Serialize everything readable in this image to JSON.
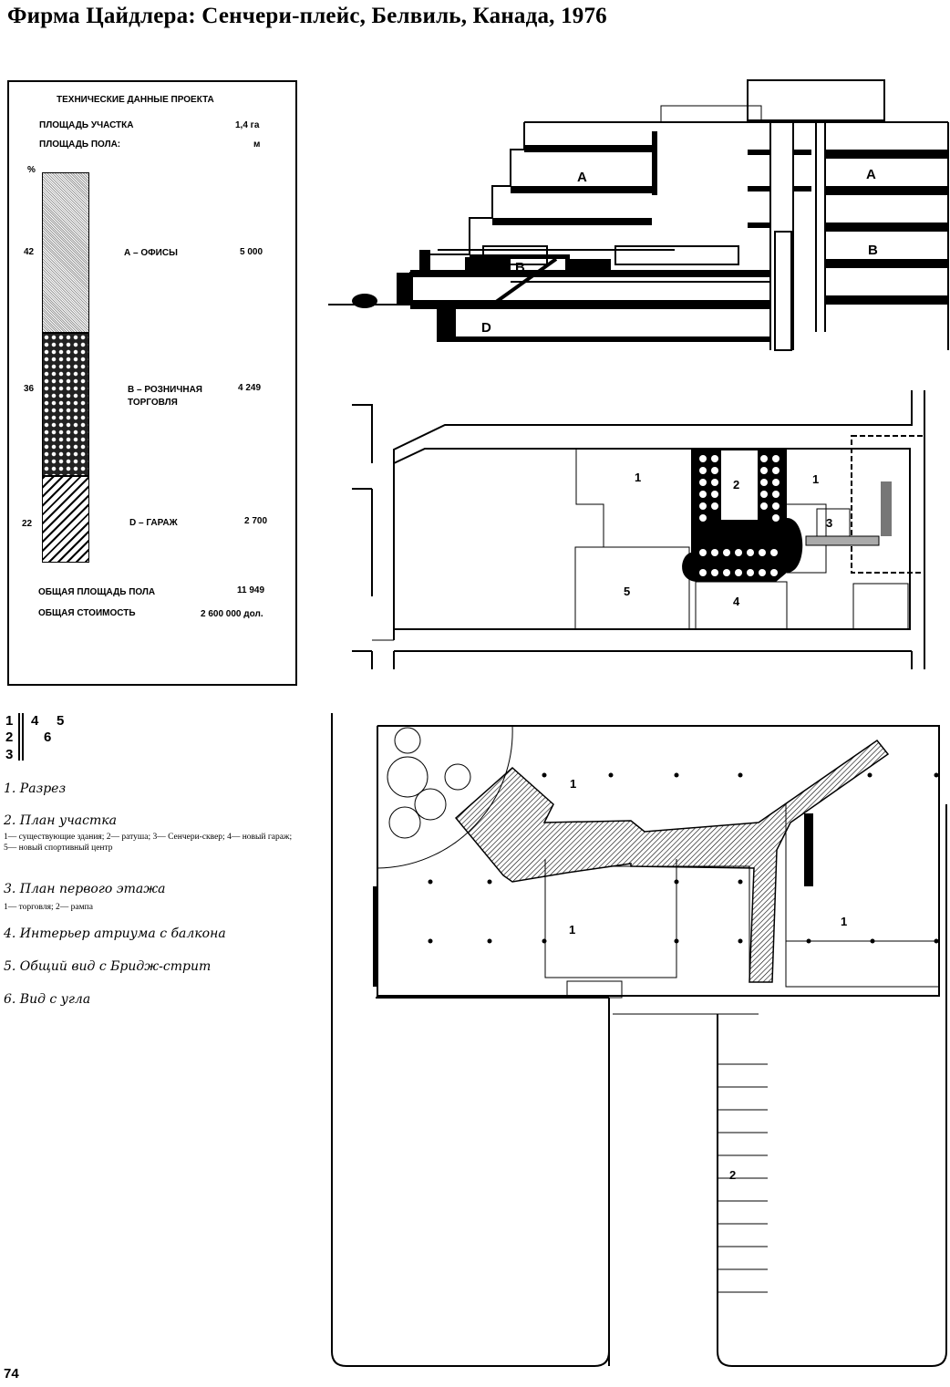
{
  "header": {
    "title": "Фирма Цайдлера: Сенчери-плейс, Белвиль, Канада, 1976"
  },
  "data_box": {
    "heading": "ТЕХНИЧЕСКИЕ ДАННЫЕ ПРОЕКТА",
    "site_area_label": "ПЛОЩАДЬ УЧАСТКА",
    "site_area_value": "1,4 га",
    "floor_area_label": "ПЛОЩАДЬ ПОЛА:",
    "floor_area_unit": "м",
    "percent_label": "%",
    "rows": [
      {
        "percent": "42",
        "label": "А – ОФИСЫ",
        "value": "5 000"
      },
      {
        "percent": "36",
        "label": "В – РОЗНИЧНАЯ ТОРГОВЛЯ",
        "value": "4 249"
      },
      {
        "percent": "22",
        "label": "D – ГАРАЖ",
        "value": "2 700"
      }
    ],
    "total_area_label": "ОБЩАЯ ПЛОЩАДЬ ПОЛА",
    "total_area_value": "11 949",
    "total_cost_label": "ОБЩАЯ СТОИМОСТЬ",
    "total_cost_value": "2 600 000 дол."
  },
  "figure_index": [
    "1",
    "2",
    "3",
    "4",
    "5",
    "6"
  ],
  "captions": [
    {
      "title": "1. Разрез",
      "sub": ""
    },
    {
      "title": "2. План участка",
      "sub": "1— существующие здания; 2— ратуша; 3— Сенчери-сквер; 4— новый гараж; 5— новый спортивный центр"
    },
    {
      "title": "3. План первого этажа",
      "sub": "1— торговля; 2— рампа"
    },
    {
      "title": "4. Интерьер атриума с балкона",
      "sub": ""
    },
    {
      "title": "5. Общий вид с Бридж-стрит",
      "sub": ""
    },
    {
      "title": "6. Вид с угла",
      "sub": ""
    }
  ],
  "section_labels": {
    "a1": "A",
    "a2": "A",
    "b1": "B",
    "b2": "B",
    "d": "D"
  },
  "site_labels": {
    "l1a": "1",
    "l1b": "1",
    "l2": "2",
    "l3": "3",
    "l4": "4",
    "l5": "5"
  },
  "floor_labels": {
    "l1a": "1",
    "l1b": "1",
    "l1c": "1",
    "l2": "2"
  },
  "page_number": "74"
}
